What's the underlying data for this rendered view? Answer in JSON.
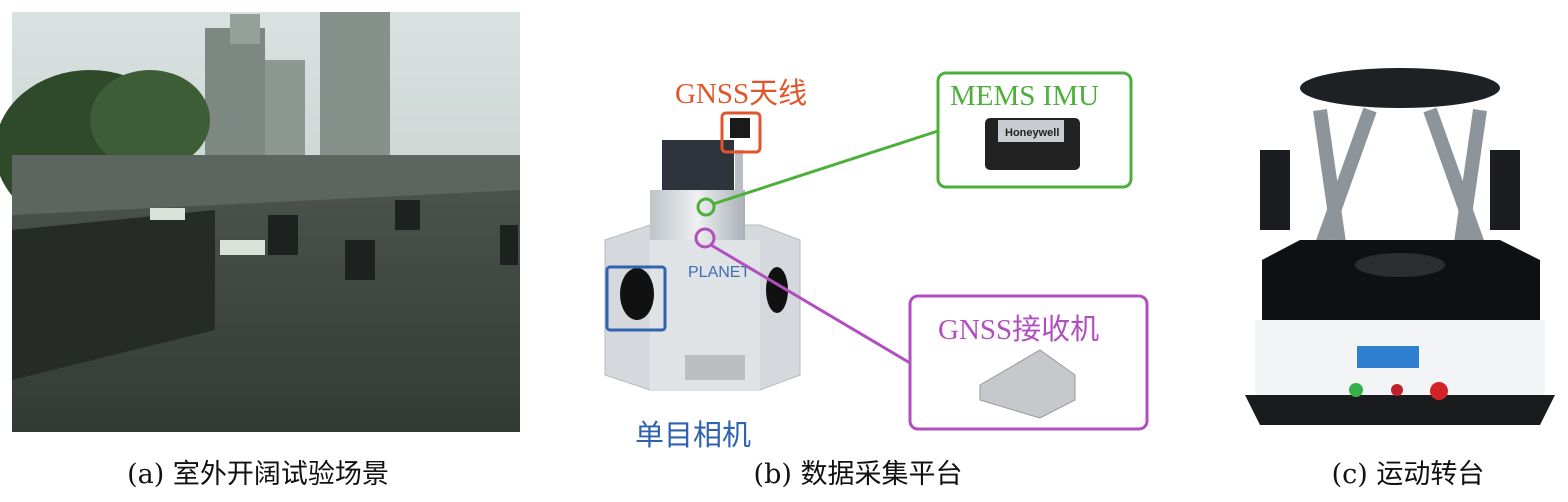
{
  "panels": [
    {
      "caption": "(a) 室外开阔试验场景"
    },
    {
      "caption": "(b) 数据采集平台",
      "labels": {
        "gnss_antenna": "GNSS天线",
        "mems_imu": "MEMS IMU",
        "gnss_receiver": "GNSS接收机",
        "mono_camera": "单目相机"
      },
      "device_texts": {
        "platform_brand": "PLANET",
        "imu_brand": "Honeywell"
      }
    },
    {
      "caption": "(c) 运动转台"
    }
  ],
  "colors": {
    "antenna": "#e2552b",
    "imu": "#4caf3a",
    "receiver": "#b24fc0",
    "camera": "#2f63ad"
  }
}
